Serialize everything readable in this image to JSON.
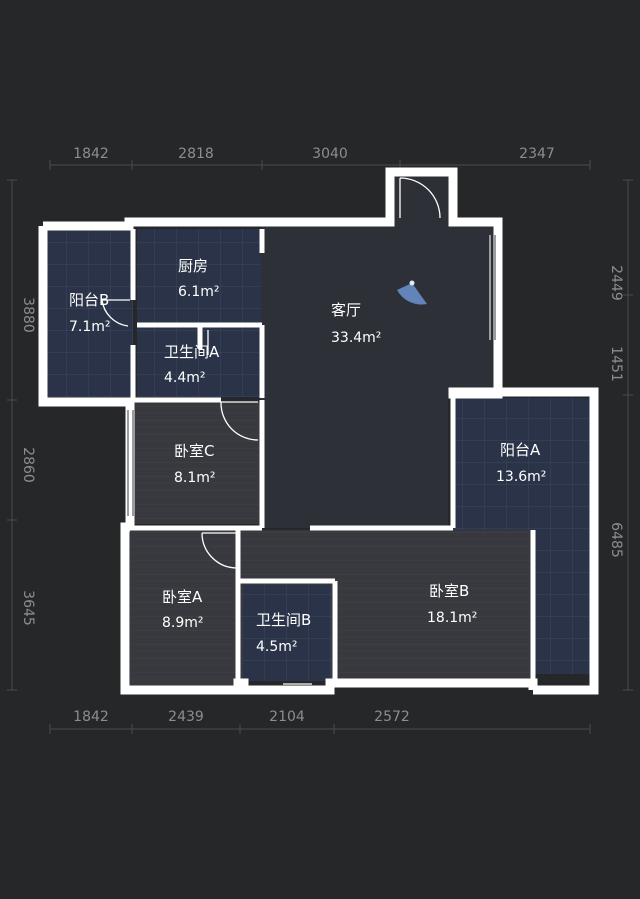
{
  "dimensions": {
    "top": [
      "1842",
      "2818",
      "3040",
      "2347"
    ],
    "bottom": [
      "1842",
      "2439",
      "2104",
      "2572"
    ],
    "left": [
      "3880",
      "2860",
      "3645"
    ],
    "right": [
      "2449",
      "1451",
      "6485"
    ]
  },
  "rooms": {
    "balcony_b": {
      "name": "阳台B",
      "area": "7.1m²"
    },
    "kitchen": {
      "name": "厨房",
      "area": "6.1m²"
    },
    "living_room": {
      "name": "客厅",
      "area": "33.4m²"
    },
    "bathroom_a": {
      "name": "卫生间A",
      "area": "4.4m²"
    },
    "bedroom_c": {
      "name": "卧室C",
      "area": "8.1m²"
    },
    "balcony_a": {
      "name": "阳台A",
      "area": "13.6m²"
    },
    "bedroom_a": {
      "name": "卧室A",
      "area": "8.9m²"
    },
    "bathroom_b": {
      "name": "卫生间B",
      "area": "4.5m²"
    },
    "bedroom_b": {
      "name": "卧室B",
      "area": "18.1m²"
    }
  },
  "colors": {
    "background": "#262729",
    "wall": "#ffffff",
    "tile_floor": "#2a3347",
    "tile_grid": "#3a4560",
    "wood_floor": "#3a3b40",
    "living_floor": "#2e3038",
    "dimension_text": "#8b8d91",
    "compass": "#6f9ad8"
  }
}
